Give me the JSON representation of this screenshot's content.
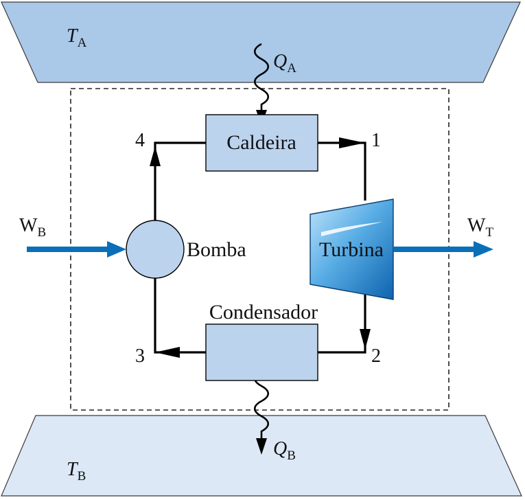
{
  "reservoirs": {
    "hot": {
      "symbol": "T",
      "subscript": "A"
    },
    "cold": {
      "symbol": "T",
      "subscript": "B"
    }
  },
  "heat": {
    "in": {
      "symbol": "Q",
      "subscript": "A"
    },
    "out": {
      "symbol": "Q",
      "subscript": "B"
    }
  },
  "work": {
    "pump": {
      "symbol": "W",
      "subscript": "B"
    },
    "turbine": {
      "symbol": "W",
      "subscript": "T"
    }
  },
  "components": {
    "boiler": "Caldeira",
    "turbine": "Turbina",
    "condenser": "Condensador",
    "pump": "Bomba"
  },
  "states": [
    "1",
    "2",
    "3",
    "4"
  ],
  "colors": {
    "hot_reservoir": "#aac8e8",
    "cold_reservoir": "#dce8f6",
    "component_fill": "#bcd3ee",
    "work_arrow": "#0a6fb8",
    "line": "#000000"
  }
}
